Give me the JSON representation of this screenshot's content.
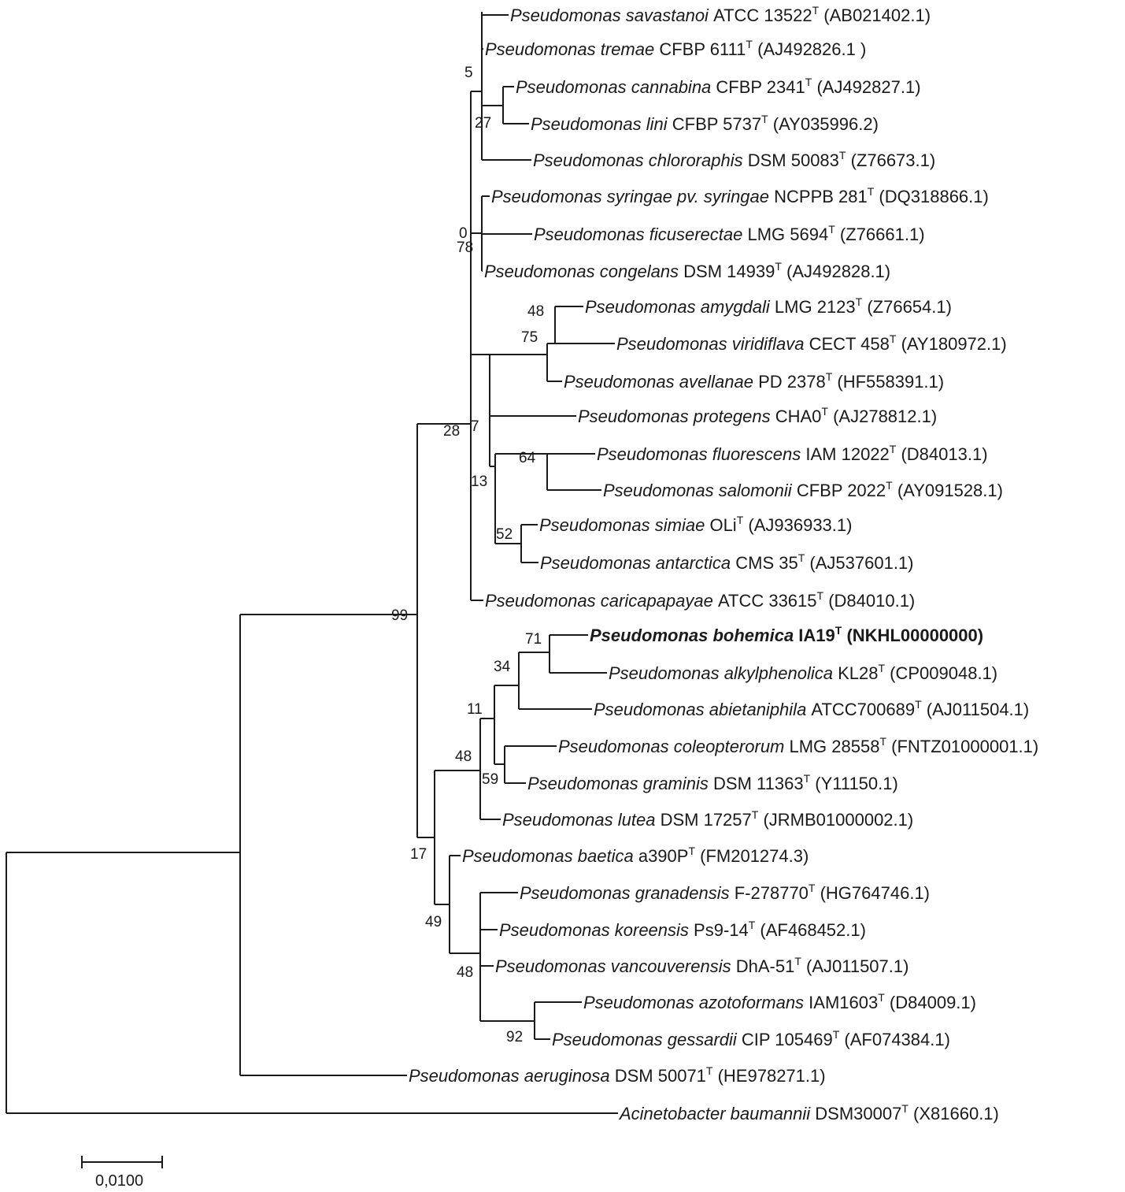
{
  "taxa": [
    {
      "genus": "Pseudomonas",
      "species": "savastanoi",
      "strain": "ATCC 13522",
      "type": "T",
      "accession": "(AB021402.1)"
    },
    {
      "genus": "Pseudomonas",
      "species": "tremae",
      "strain": "CFBP 6111",
      "type": "T",
      "accession": "(AJ492826.1 )"
    },
    {
      "genus": "Pseudomonas",
      "species": "cannabina",
      "strain": "CFBP 2341",
      "type": "T",
      "accession": "(AJ492827.1)"
    },
    {
      "genus": "Pseudomonas",
      "species": "lini",
      "strain": "CFBP 5737",
      "type": "T",
      "accession": "(AY035996.2)"
    },
    {
      "genus": "Pseudomonas",
      "species": "chlororaphis",
      "strain": "DSM 50083",
      "type": "T",
      "accession": "(Z76673.1)"
    },
    {
      "genus": "Pseudomonas",
      "species": "syringae pv. syringae",
      "strain": "NCPPB 281",
      "type": "T",
      "accession": "(DQ318866.1)"
    },
    {
      "genus": "Pseudomonas",
      "species": "ficuserectae",
      "strain": "LMG 5694",
      "type": "T",
      "accession": "(Z76661.1)"
    },
    {
      "genus": "Pseudomonas",
      "species": "congelans",
      "strain": "DSM 14939",
      "type": "T",
      "accession": "(AJ492828.1)"
    },
    {
      "genus": "Pseudomonas",
      "species": "amygdali",
      "strain": "LMG 2123",
      "type": "T",
      "accession": "(Z76654.1)"
    },
    {
      "genus": "Pseudomonas",
      "species": "viridiflava",
      "strain": "CECT 458",
      "type": "T",
      "accession": "(AY180972.1)"
    },
    {
      "genus": "Pseudomonas",
      "species": "avellanae",
      "strain": "PD 2378",
      "type": "T",
      "accession": "(HF558391.1)"
    },
    {
      "genus": "Pseudomonas",
      "species": "protegens",
      "strain": "CHA0",
      "type": "T",
      "accession": "(AJ278812.1)"
    },
    {
      "genus": "Pseudomonas",
      "species": "fluorescens",
      "strain": "IAM 12022",
      "type": "T",
      "accession": "(D84013.1)"
    },
    {
      "genus": "Pseudomonas",
      "species": "salomonii",
      "strain": "CFBP 2022",
      "type": "T",
      "accession": "(AY091528.1)"
    },
    {
      "genus": "Pseudomonas",
      "species": "simiae",
      "strain": "OLi",
      "type": "T",
      "accession": "(AJ936933.1)"
    },
    {
      "genus": "Pseudomonas",
      "species": "antarctica",
      "strain": "CMS 35",
      "type": "T",
      "accession": "(AJ537601.1)"
    },
    {
      "genus": "Pseudomonas",
      "species": "caricapapayae",
      "strain": "ATCC 33615",
      "type": "T",
      "accession": "(D84010.1)"
    },
    {
      "genus": "Pseudomonas",
      "species": "bohemica",
      "strain": "IA19",
      "type": "T",
      "accession": "(NKHL00000000)",
      "bold": true
    },
    {
      "genus": "Pseudomonas",
      "species": "alkylphenolica",
      "strain": "KL28",
      "type": "T",
      "accession": "(CP009048.1)"
    },
    {
      "genus": "Pseudomonas",
      "species": "abietaniphila",
      "strain": "ATCC700689",
      "type": "T",
      "accession": "(AJ011504.1)"
    },
    {
      "genus": "Pseudomonas",
      "species": "coleopterorum",
      "strain": "LMG 28558",
      "type": "T",
      "accession": "(FNTZ01000001.1)"
    },
    {
      "genus": "Pseudomonas",
      "species": "graminis",
      "strain": "DSM 11363",
      "type": "T",
      "accession": "(Y11150.1)"
    },
    {
      "genus": "Pseudomonas",
      "species": "lutea",
      "strain": "DSM 17257",
      "type": "T",
      "accession": "(JRMB01000002.1)"
    },
    {
      "genus": "Pseudomonas",
      "species": "baetica",
      "strain": "a390P",
      "type": "T",
      "accession": "(FM201274.3)"
    },
    {
      "genus": "Pseudomonas",
      "species": "granadensis",
      "strain": "F-278770",
      "type": "T",
      "accession": "(HG764746.1)"
    },
    {
      "genus": "Pseudomonas",
      "species": "koreensis",
      "strain": "Ps9-14",
      "type": "T",
      "accession": "(AF468452.1)"
    },
    {
      "genus": "Pseudomonas",
      "species": "vancouverensis",
      "strain": "DhA-51",
      "type": "T",
      "accession": "(AJ011507.1)"
    },
    {
      "genus": "Pseudomonas",
      "species": "azotoformans",
      "strain": "IAM1603",
      "type": "T",
      "accession": "(D84009.1)"
    },
    {
      "genus": "Pseudomonas",
      "species": "gessardii",
      "strain": "CIP 105469",
      "type": "T",
      "accession": "(AF074384.1)"
    },
    {
      "genus": "Pseudomonas",
      "species": "aeruginosa",
      "strain": "DSM 50071",
      "type": "T",
      "accession": "(HE978271.1)"
    },
    {
      "genus": "Acinetobacter",
      "species": "baumannii",
      "strain": "DSM30007",
      "type": "T",
      "accession": "(X81660.1)"
    }
  ],
  "bootstrap_values": [
    "5",
    "27",
    "0",
    "78",
    "48",
    "75",
    "28",
    "7",
    "64",
    "13",
    "52",
    "99",
    "71",
    "34",
    "11",
    "48",
    "59",
    "17",
    "49",
    "48",
    "92"
  ],
  "scale_bar": {
    "label": "0,0100"
  }
}
